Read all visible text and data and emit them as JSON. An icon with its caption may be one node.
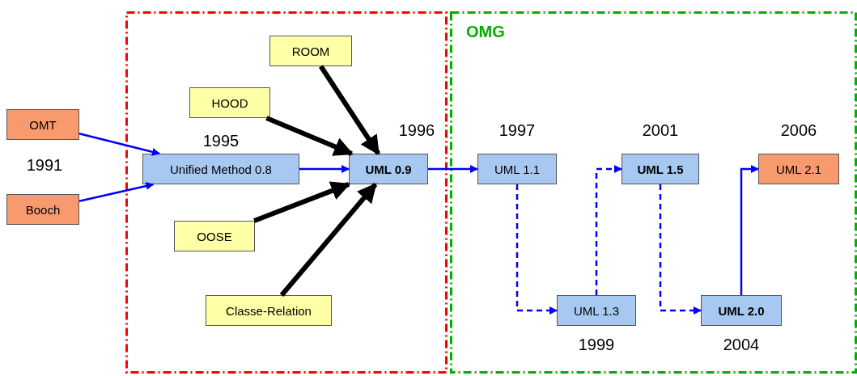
{
  "diagram": {
    "nodes": [
      {
        "text": [],
        "shape": "box"
      },
      {
        "text": [
          "OMG"
        ]
      },
      {
        "text": [
          "OMT"
        ]
      },
      {
        "text": [
          "Booch"
        ]
      },
      {
        "text": [
          "Unified Method 0.8"
        ],
        "beside": [
          "1995"
        ],
        "in": 0
      },
      {
        "text": [
          "ROOM"
        ],
        "in": 0
      },
      {
        "text": [
          "HOOD"
        ],
        "in": 0
      },
      {
        "text": [
          "UML 0.9"
        ],
        "beside": [
          "1996"
        ],
        "in": 0
      },
      {
        "text": [
          "OOSE"
        ],
        "in": 0
      },
      {
        "text": [
          "Classe-Relation"
        ],
        "in": 0
      },
      {
        "text": [
          "UML 1.1"
        ],
        "beside": [
          "1997"
        ],
        "in": 1
      },
      {
        "text": [
          "UML 1.3"
        ],
        "beside": [
          "1999"
        ],
        "in": 1
      },
      {
        "text": [
          "UML 1.5"
        ],
        "beside": [
          "2001"
        ],
        "in": 1
      },
      {
        "text": [
          "UML 2.0"
        ],
        "beside": [
          "2004"
        ],
        "in": 1
      },
      {
        "text": [
          "UML 2.1"
        ],
        "beside": [
          "2006"
        ],
        "in": 1
      }
    ],
    "edges": [
      {
        "from": 2,
        "to": 4,
        "arrow": "to"
      },
      {
        "from": 3,
        "to": 4,
        "arrow": "to"
      },
      {
        "from": 4,
        "to": 7,
        "arrow": "to"
      },
      {
        "from": 5,
        "to": 7,
        "arrow": "to",
        "style": "thick",
        "color": "#000000"
      },
      {
        "from": 6,
        "to": 7,
        "arrow": "to",
        "style": "thick",
        "color": "#000000"
      },
      {
        "from": 8,
        "to": 7,
        "arrow": "to",
        "style": "thick",
        "color": "#000000"
      },
      {
        "from": 9,
        "to": 7,
        "arrow": "to",
        "style": "thick",
        "color": "#000000"
      },
      {
        "from": 7,
        "to": 10,
        "arrow": "to"
      },
      {
        "from": 10,
        "to": 11,
        "arrow": "to",
        "style": "dashed"
      },
      {
        "from": 11,
        "to": 12,
        "arrow": "to",
        "style": "dashed"
      },
      {
        "from": 12,
        "to": 13,
        "arrow": "to",
        "style": "dashed"
      },
      {
        "from": 13,
        "to": 14,
        "arrow": "to"
      }
    ],
    "labels": [
      "1991"
    ]
  }
}
